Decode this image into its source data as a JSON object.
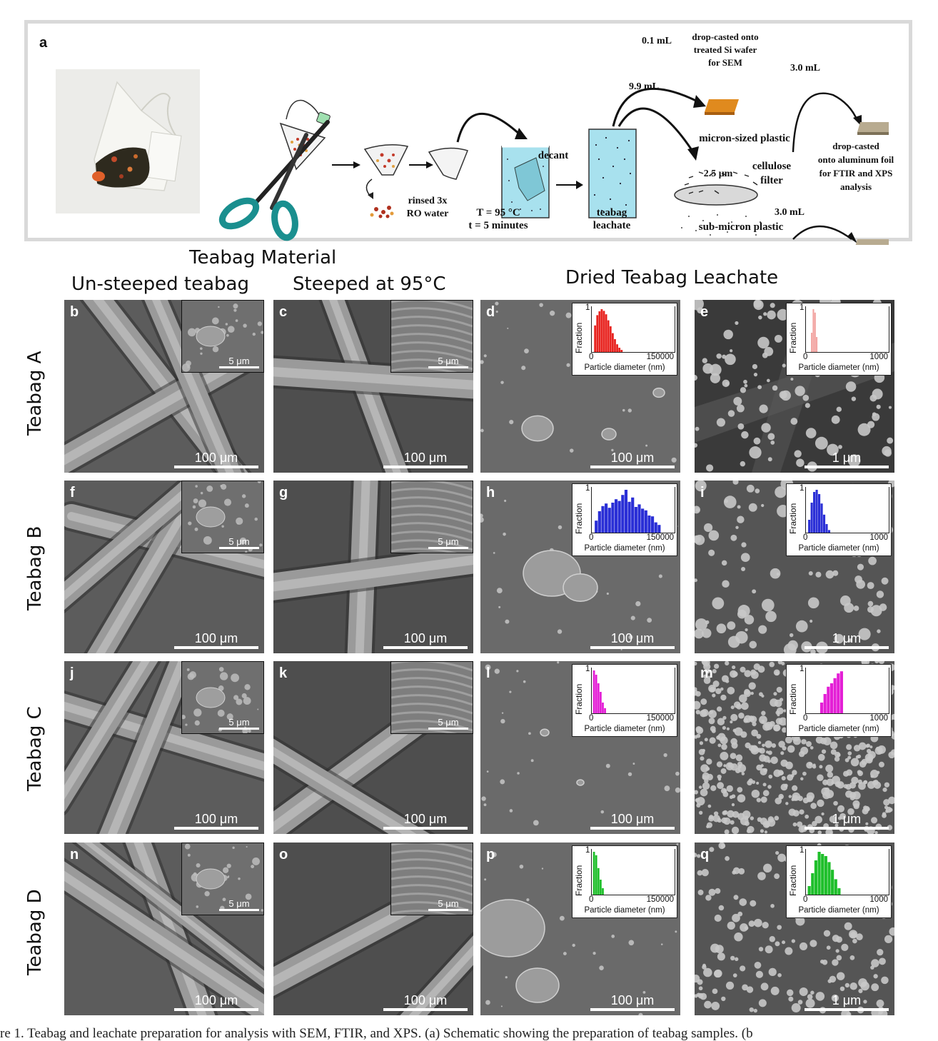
{
  "panel_a": {
    "label": "a",
    "steps": {
      "rinse": "rinsed 3x",
      "rinse2": "RO water",
      "temp": "T = 95 °C",
      "time": "t = 5 minutes",
      "decant": "decant",
      "leachate1": "teabag",
      "leachate2": "leachate",
      "vol_sem": "0.1 mL",
      "vol_filter": "9.9 mL",
      "sem_note1": "drop-casted onto",
      "sem_note2": "treated Si wafer",
      "sem_note3": "for SEM",
      "micron": "micron-sized plastic",
      "filter_size": "2.5 μm",
      "filter1": "cellulose",
      "filter2": "filter",
      "submicron": "sub-micron plastic",
      "vol_ftir": "3.0 mL",
      "vol_ftir2": "3.0 mL",
      "ftir1": "drop-casted",
      "ftir2": "onto aluminum foil",
      "ftir3": "for FTIR and XPS",
      "ftir4": "analysis"
    },
    "colors": {
      "scissors": "#1a8f8f",
      "tag": "#9fe0b0",
      "water": "#a8e1ee",
      "wafer": "#e08a1e",
      "foil": "#b8ab90"
    }
  },
  "headers": {
    "material": "Teabag Material",
    "unsteeped": "Un-steeped teabag",
    "steeped": "Steeped at 95°C",
    "leachate": "Dried Teabag Leachate"
  },
  "rows": [
    {
      "name": "Teabag A",
      "labels": [
        "b",
        "c",
        "d",
        "e"
      ],
      "hist_color": "#e8231f",
      "hist_color2": "#f2a3a0"
    },
    {
      "name": "Teabag B",
      "labels": [
        "f",
        "g",
        "h",
        "i"
      ],
      "hist_color": "#2a2fd6",
      "hist_color2": "#2a2fd6"
    },
    {
      "name": "Teabag C",
      "labels": [
        "j",
        "k",
        "l",
        "m"
      ],
      "hist_color": "#e41fd6",
      "hist_color2": "#e41fd6"
    },
    {
      "name": "Teabag D",
      "labels": [
        "n",
        "o",
        "p",
        "q"
      ],
      "hist_color": "#1fbf2b",
      "hist_color2": "#1fbf2b"
    }
  ],
  "scales": {
    "large": "100 μm",
    "inset": "5 μm",
    "nano": "1 μm"
  },
  "hist_axis": {
    "ylabel": "Fraction",
    "xlabel": "Particle diameter (nm)",
    "y_tick": "1",
    "x0": "0",
    "x_micro": "150000",
    "x_nano": "1000"
  },
  "chart_data": [
    {
      "type": "bar",
      "panel": "d",
      "xlim": [
        0,
        150000
      ],
      "ylim": [
        0,
        1
      ],
      "x": [
        6000,
        10000,
        14000,
        18000,
        22000,
        26000,
        30000,
        34000,
        38000,
        42000,
        46000,
        50000,
        54000
      ],
      "values": [
        0.62,
        0.86,
        0.95,
        1.0,
        0.96,
        0.88,
        0.74,
        0.6,
        0.44,
        0.3,
        0.18,
        0.1,
        0.05
      ]
    },
    {
      "type": "bar",
      "panel": "e",
      "xlim": [
        0,
        1000
      ],
      "ylim": [
        0,
        1
      ],
      "x": [
        70,
        90,
        110,
        130
      ],
      "values": [
        0.45,
        1.0,
        0.92,
        0.35
      ]
    },
    {
      "type": "bar",
      "panel": "h",
      "xlim": [
        0,
        150000
      ],
      "ylim": [
        0,
        1
      ],
      "x": [
        8000,
        14000,
        20000,
        26000,
        32000,
        38000,
        44000,
        50000,
        56000,
        62000,
        68000,
        74000,
        80000,
        86000,
        92000,
        98000,
        104000,
        110000,
        116000,
        122000
      ],
      "values": [
        0.28,
        0.5,
        0.62,
        0.68,
        0.58,
        0.7,
        0.78,
        0.74,
        0.88,
        1.0,
        0.72,
        0.82,
        0.6,
        0.66,
        0.56,
        0.52,
        0.4,
        0.38,
        0.24,
        0.18
      ]
    },
    {
      "type": "bar",
      "panel": "i",
      "xlim": [
        0,
        1000
      ],
      "ylim": [
        0,
        1
      ],
      "x": [
        40,
        70,
        100,
        130,
        160,
        190,
        220,
        250,
        280
      ],
      "values": [
        0.3,
        0.7,
        0.95,
        1.0,
        0.9,
        0.68,
        0.42,
        0.2,
        0.06
      ]
    },
    {
      "type": "bar",
      "panel": "l",
      "xlim": [
        0,
        150000
      ],
      "ylim": [
        0,
        1
      ],
      "x": [
        4000,
        8000,
        12000,
        16000,
        20000,
        24000
      ],
      "values": [
        1.0,
        0.9,
        0.7,
        0.5,
        0.25,
        0.12
      ]
    },
    {
      "type": "bar",
      "panel": "m",
      "xlim": [
        0,
        1000
      ],
      "ylim": [
        0,
        1
      ],
      "x": [
        190,
        230,
        270,
        310,
        350,
        390,
        430
      ],
      "values": [
        0.25,
        0.45,
        0.62,
        0.7,
        0.82,
        0.93,
        0.98
      ]
    },
    {
      "type": "bar",
      "panel": "p",
      "xlim": [
        0,
        150000
      ],
      "ylim": [
        0,
        1
      ],
      "x": [
        4000,
        8000,
        12000,
        16000,
        20000
      ],
      "values": [
        1.0,
        0.92,
        0.62,
        0.35,
        0.15
      ]
    },
    {
      "type": "bar",
      "panel": "q",
      "xlim": [
        0,
        1000
      ],
      "ylim": [
        0,
        1
      ],
      "x": [
        40,
        80,
        120,
        160,
        200,
        240,
        280,
        320,
        360,
        400
      ],
      "values": [
        0.2,
        0.5,
        0.8,
        1.0,
        0.95,
        0.9,
        0.76,
        0.58,
        0.36,
        0.15
      ]
    }
  ],
  "caption": "re 1. Teabag and leachate preparation for analysis with SEM, FTIR, and XPS. (a) Schematic showing the preparation of teabag samples. (b"
}
